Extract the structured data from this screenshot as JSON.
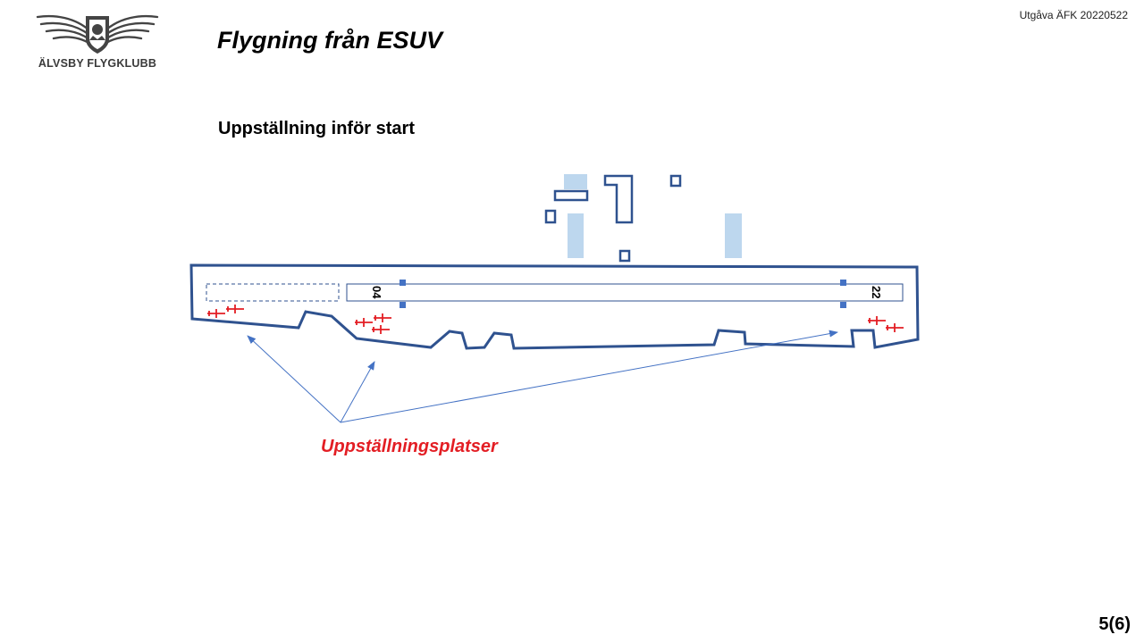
{
  "header": {
    "club_name": "ÄLVSBY FLYGKLUBB",
    "edition": "Utgåva ÄFK 20220522",
    "title": "Flygning från ESUV",
    "subtitle": "Uppställning inför start"
  },
  "diagram": {
    "runway_labels": {
      "north_end": "04",
      "south_end": "22"
    },
    "callout": "Uppställningsplatser",
    "colors": {
      "outline": "#2f528f",
      "building_fill": "#bdd7ee",
      "light_marker": "#4472c4",
      "aircraft": "#e31e24"
    }
  },
  "footer": {
    "page": "5(6)"
  }
}
